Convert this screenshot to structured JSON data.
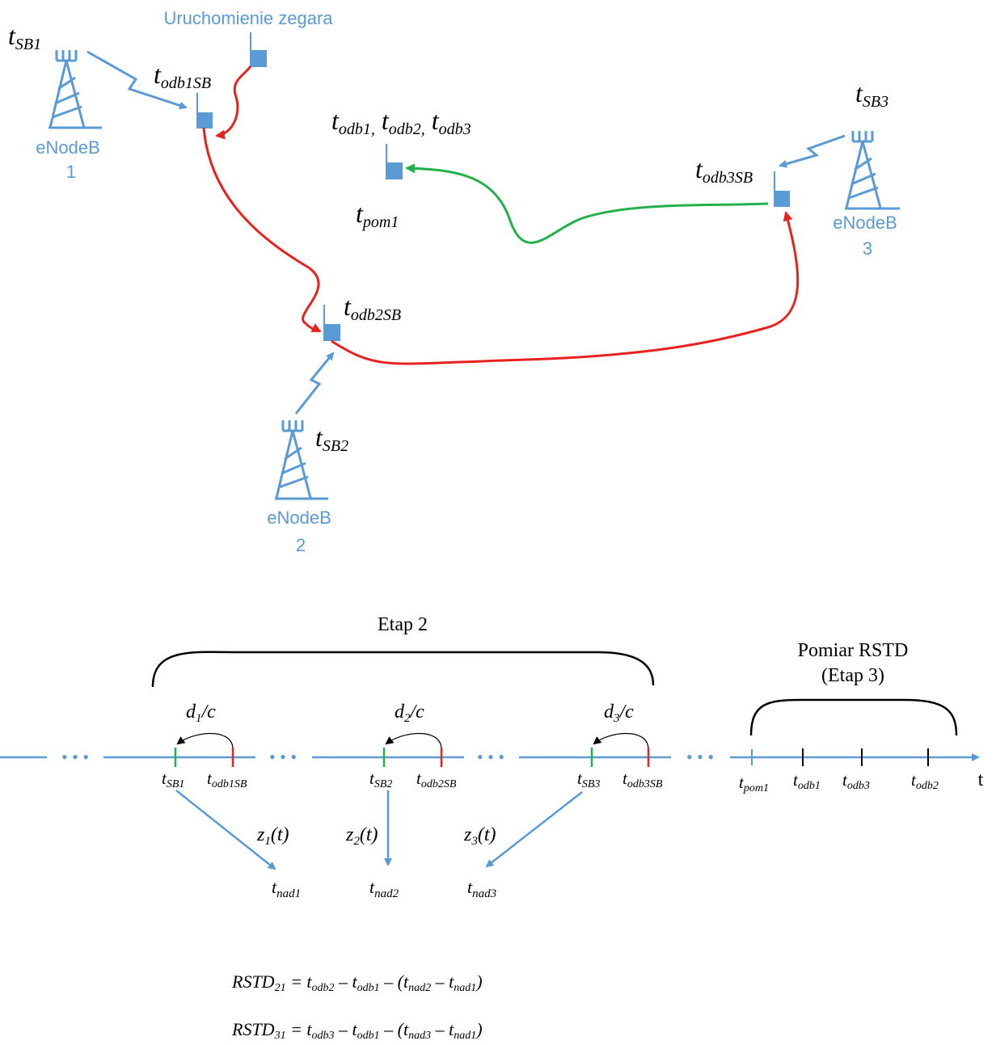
{
  "top": {
    "clock_start": "Uruchomienie zegara",
    "station1": {
      "name": "eNodeB",
      "num": "1",
      "t": "t",
      "t_sub": "SB1"
    },
    "station2": {
      "name": "eNodeB",
      "num": "2",
      "t": "t",
      "t_sub": "SB2"
    },
    "station3": {
      "name": "eNodeB",
      "num": "3",
      "t": "t",
      "t_sub": "SB3"
    },
    "ue1_label": {
      "t": "t",
      "sub": "odb1SB"
    },
    "ue2_label": {
      "t": "t",
      "sub": "odb2SB"
    },
    "ue3_label": {
      "t": "t",
      "sub": "odb3SB"
    },
    "ue_final_top": {
      "t1": "t",
      "s1": "odb1,",
      "t2": "t",
      "s2": "odb2,",
      "t3": "t",
      "s3": "odb3"
    },
    "ue_final_bottom": {
      "t": "t",
      "sub": "pom1"
    },
    "colors": {
      "blue": "#5B9BD5",
      "red": "#E8221E",
      "green": "#24B14C"
    }
  },
  "timeline": {
    "etap2": "Etap 2",
    "pomiar_line1": "Pomiar RSTD",
    "pomiar_line2": "(Etap 3)",
    "ellipsis": "• • •",
    "axis_label": "t",
    "delays": [
      {
        "d": "d",
        "sub": "1",
        "rest": "/c"
      },
      {
        "d": "d",
        "sub": "2",
        "rest": "/c"
      },
      {
        "d": "d",
        "sub": "3",
        "rest": "/c"
      }
    ],
    "marks": [
      {
        "t": "t",
        "sub": "SB1"
      },
      {
        "t": "t",
        "sub": "odb1SB"
      },
      {
        "t": "t",
        "sub": "SB2"
      },
      {
        "t": "t",
        "sub": "odb2SB"
      },
      {
        "t": "t",
        "sub": "SB3"
      },
      {
        "t": "t",
        "sub": "odb3SB"
      },
      {
        "t": "t",
        "sub": "pom1"
      },
      {
        "t": "t",
        "sub": "odb1"
      },
      {
        "t": "t",
        "sub": "odb3"
      },
      {
        "t": "t",
        "sub": "odb2"
      }
    ],
    "z": [
      {
        "z": "z",
        "sub": "1",
        "rest": "(t)"
      },
      {
        "z": "z",
        "sub": "2",
        "rest": "(t)"
      },
      {
        "z": "z",
        "sub": "3",
        "rest": "(t)"
      }
    ],
    "nad": [
      {
        "t": "t",
        "sub": "nad1"
      },
      {
        "t": "t",
        "sub": "nad2"
      },
      {
        "t": "t",
        "sub": "nad3"
      }
    ]
  },
  "formulas": {
    "f1": {
      "lhs": "RSTD",
      "lhs_sub": "21",
      "eq": " = ",
      "a": "t",
      "a_sub": "odb2",
      "m1": " – ",
      "b": "t",
      "b_sub": "odb1",
      "m2": " – (",
      "c": "t",
      "c_sub": "nad2",
      "m3": " – ",
      "d": "t",
      "d_sub": "nad1",
      "end": ")"
    },
    "f2": {
      "lhs": "RSTD",
      "lhs_sub": "31",
      "eq": " = ",
      "a": "t",
      "a_sub": "odb3",
      "m1": " – ",
      "b": "t",
      "b_sub": "odb1",
      "m2": " – (",
      "c": "t",
      "c_sub": "nad3",
      "m3": " – ",
      "d": "t",
      "d_sub": "nad1",
      "end": ")"
    }
  }
}
